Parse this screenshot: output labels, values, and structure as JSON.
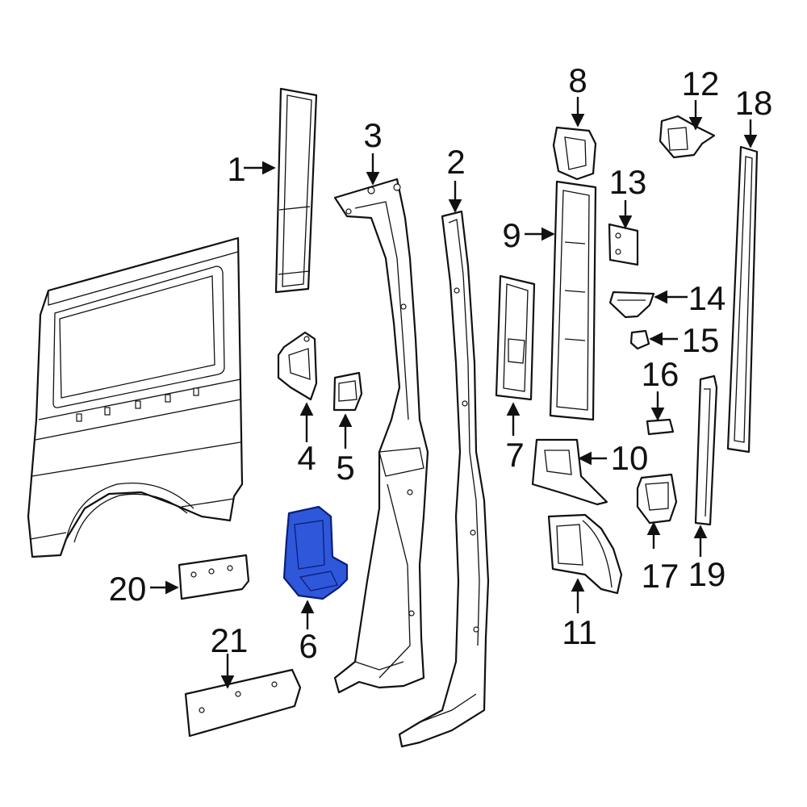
{
  "diagram": {
    "colors": {
      "line": "#111111",
      "background": "#ffffff",
      "highlight": "#2f57d9",
      "highlight_stroke": "#0a1e7a"
    },
    "highlighted_part": "6",
    "callouts": [
      {
        "id": "c1",
        "label": "1"
      },
      {
        "id": "c2",
        "label": "2"
      },
      {
        "id": "c3",
        "label": "3"
      },
      {
        "id": "c4",
        "label": "4"
      },
      {
        "id": "c5",
        "label": "5"
      },
      {
        "id": "c6",
        "label": "6"
      },
      {
        "id": "c7",
        "label": "7"
      },
      {
        "id": "c8",
        "label": "8"
      },
      {
        "id": "c9",
        "label": "9"
      },
      {
        "id": "c10",
        "label": "10"
      },
      {
        "id": "c11",
        "label": "11"
      },
      {
        "id": "c12",
        "label": "12"
      },
      {
        "id": "c13",
        "label": "13"
      },
      {
        "id": "c14",
        "label": "14"
      },
      {
        "id": "c15",
        "label": "15"
      },
      {
        "id": "c16",
        "label": "16"
      },
      {
        "id": "c17",
        "label": "17"
      },
      {
        "id": "c18",
        "label": "18"
      },
      {
        "id": "c19",
        "label": "19"
      },
      {
        "id": "c20",
        "label": "20"
      },
      {
        "id": "c21",
        "label": "21"
      }
    ]
  }
}
